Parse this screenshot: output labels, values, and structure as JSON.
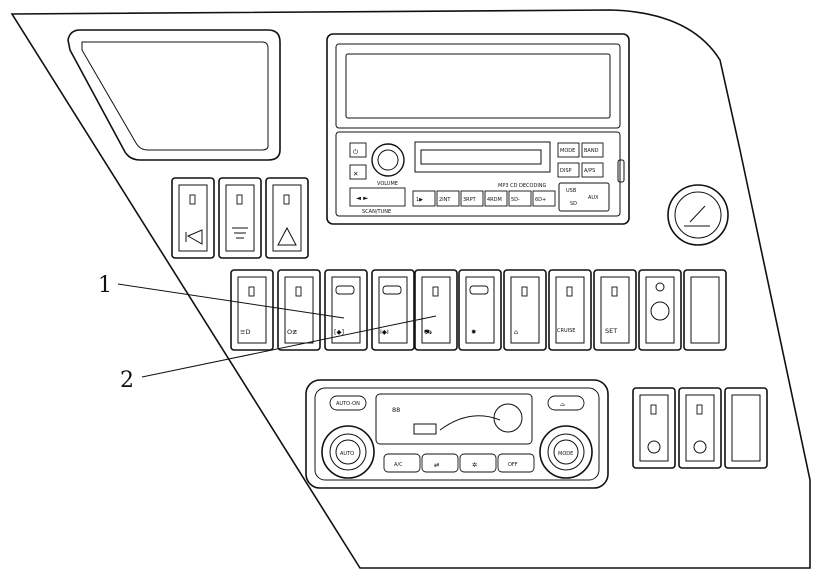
{
  "callouts": [
    {
      "id": "1",
      "label": "1"
    },
    {
      "id": "2",
      "label": "2"
    }
  ],
  "radio": {
    "volume_label": "VOLUME",
    "mp3_label": "MP3 CD DECODING",
    "seek_label": "◄  ►",
    "tune_label": "SCAN/TUNE",
    "preset_buttons": [
      "1▶",
      "2INT",
      "3RPT",
      "4RDM",
      "5D-",
      "6D+"
    ],
    "right_buttons": [
      "MODE",
      "BAND",
      "DISP",
      "A/PS"
    ],
    "usb_label": "USB",
    "sd_label": "SD",
    "aux_label": "AUX"
  },
  "switches": {
    "cruise_label": "CRUISE",
    "set_label": "SET"
  },
  "climate": {
    "display_temp": "88",
    "auto_label": "AUTO",
    "mode_label": "MODE",
    "a_c_label": "A/C",
    "off_label": "OFF",
    "top_left_label": "AUTO-ON"
  }
}
